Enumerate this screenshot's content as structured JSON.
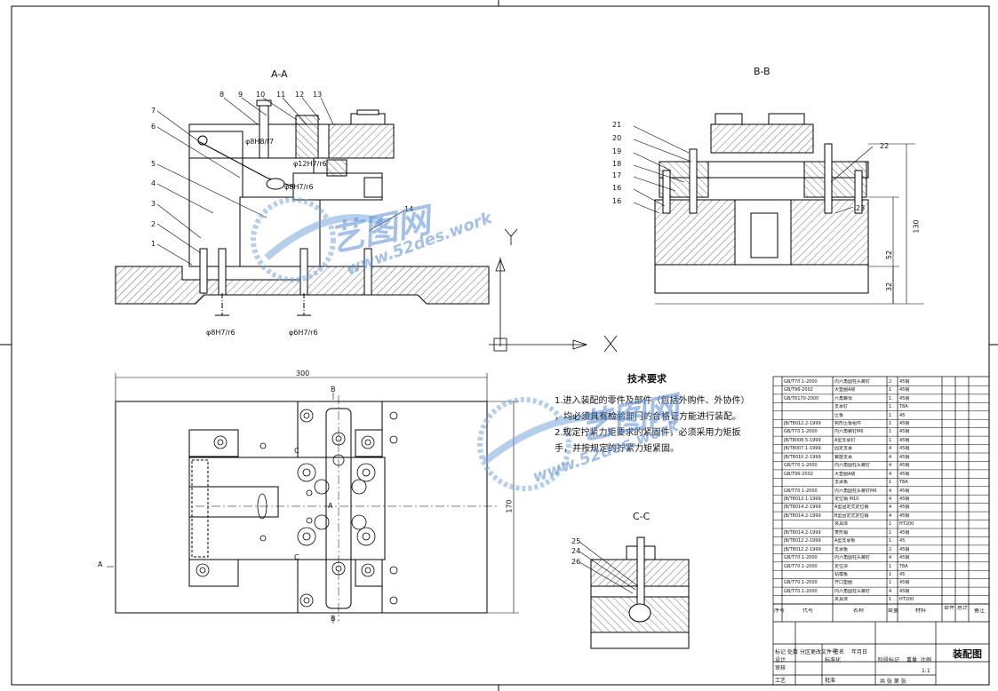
{
  "views": {
    "section_aa": {
      "title": "A-A"
    },
    "section_bb": {
      "title": "B-B"
    },
    "section_cc": {
      "title": "C-C"
    }
  },
  "aa_callouts": [
    "1",
    "2",
    "3",
    "4",
    "5",
    "6",
    "7",
    "8",
    "9",
    "10",
    "11",
    "12",
    "13",
    "14"
  ],
  "aa_fits": [
    "φ8H8/f7",
    "φ12H7/r6",
    "φ8H7/r6",
    "φ8H7/r6",
    "φ6H7/r6"
  ],
  "bb_callouts": [
    "16",
    "17",
    "18",
    "19",
    "20",
    "21",
    "22",
    "23"
  ],
  "bb_dims": [
    "130",
    "52",
    "32"
  ],
  "cc_callouts": [
    "25",
    "24",
    "26"
  ],
  "plan": {
    "width_dim": "300",
    "height_dim": "170",
    "section_markers": {
      "a_left": "A",
      "b_top": "B",
      "b_bottom": "B",
      "c1": "C",
      "c2": "C",
      "a_mid": "A"
    }
  },
  "tech_requirements": {
    "title": "技术要求",
    "lines": [
      "1.进入装配的零件及部件（包括外购件、外协件）",
      "，均必须具有检验部门的合格证方能进行装配。",
      "2.规定拧紧力矩要求的紧固件，必须采用力矩扳",
      "手，并按规定的拧紧力矩紧固。"
    ]
  },
  "bom_header": [
    "序号",
    "代号",
    "名称",
    "数量",
    "材料",
    "单件",
    "总计",
    "备注"
  ],
  "bom_rows": [
    [
      "GB/T70.1-2000",
      "内六角圆柱头螺钉",
      "2",
      "45钢"
    ],
    [
      "GB/T96-2002",
      "大垫圈A级",
      "1",
      "45钢"
    ],
    [
      "GB/T6170-2000",
      "六角螺母",
      "1",
      "45钢"
    ],
    [
      "",
      "支承钉",
      "1",
      "T8A"
    ],
    [
      "",
      "压板",
      "1",
      "45"
    ],
    [
      "JB/T8012.2-1999",
      "钩形压板组件",
      "1",
      "45钢"
    ],
    [
      "GB/T70.1-2000",
      "内六角螺钉M6",
      "1",
      "45钢"
    ],
    [
      "JB/T8008.5-1999",
      "A型支承钉",
      "1",
      "45钢"
    ],
    [
      "JB/T8007.1-1999",
      "固定支承",
      "4",
      "45钢"
    ],
    [
      "JB/T8010.2-1999",
      "螺旋支承",
      "4",
      "45钢"
    ],
    [
      "GB/T70.1-2000",
      "内六角圆柱头螺钉",
      "4",
      "45钢"
    ],
    [
      "GB/T96-2002",
      "大垫圈A级",
      "4",
      "45钢"
    ],
    [
      "",
      "支承板",
      "1",
      "T8A"
    ],
    [
      "GB/T70.1-2000",
      "内六角圆柱头螺钉M6",
      "4",
      "45钢"
    ],
    [
      "JB/T8013.1-1999",
      "定位销 M10",
      "4",
      "45钢"
    ],
    [
      "JB/T8014.2-1999",
      "A型固定式定位销",
      "4",
      "45钢"
    ],
    [
      "JB/T8014.2-1999",
      "B型固定式定位销",
      "4",
      "45钢"
    ],
    [
      "",
      "夹具体",
      "1",
      "HT200"
    ],
    [
      "JB/T8014.2-1999",
      "菱形销",
      "1",
      "45钢"
    ],
    [
      "JB/T8012.2-1999",
      "A型支承板",
      "1",
      "45"
    ],
    [
      "JB/T8012.2-1999",
      "支承板",
      "2",
      "45钢"
    ],
    [
      "GB/T70.1-2000",
      "内六角圆柱头螺钉",
      "4",
      "45钢"
    ],
    [
      "GB/T70.1-2000",
      "定位块",
      "1",
      "T8A"
    ],
    [
      "",
      "钻模板",
      "1",
      "45"
    ],
    [
      "GB/T70.1-2000",
      "开口垫圈",
      "1",
      "45钢"
    ],
    [
      "GB/T70.1-2000",
      "内六角圆柱头螺钉",
      "4",
      "45钢"
    ],
    [
      "",
      "夹具体",
      "1",
      "HT200"
    ]
  ],
  "title_block": {
    "drawing_name": "装配图",
    "revision_labels": [
      "标记",
      "处数",
      "分区",
      "更改文件号",
      "签名",
      "年月日"
    ],
    "roles": [
      "设计",
      "审核",
      "工艺",
      "批准"
    ],
    "std_label": "标准化",
    "stage_labels": [
      "阶段标记",
      "重量",
      "比例"
    ],
    "scale": "1:1",
    "sheet": "共 张 第 张"
  },
  "watermark": {
    "main": "艺图网",
    "url_top": "www.52des.work",
    "url_bottom": "www.52des.work"
  }
}
